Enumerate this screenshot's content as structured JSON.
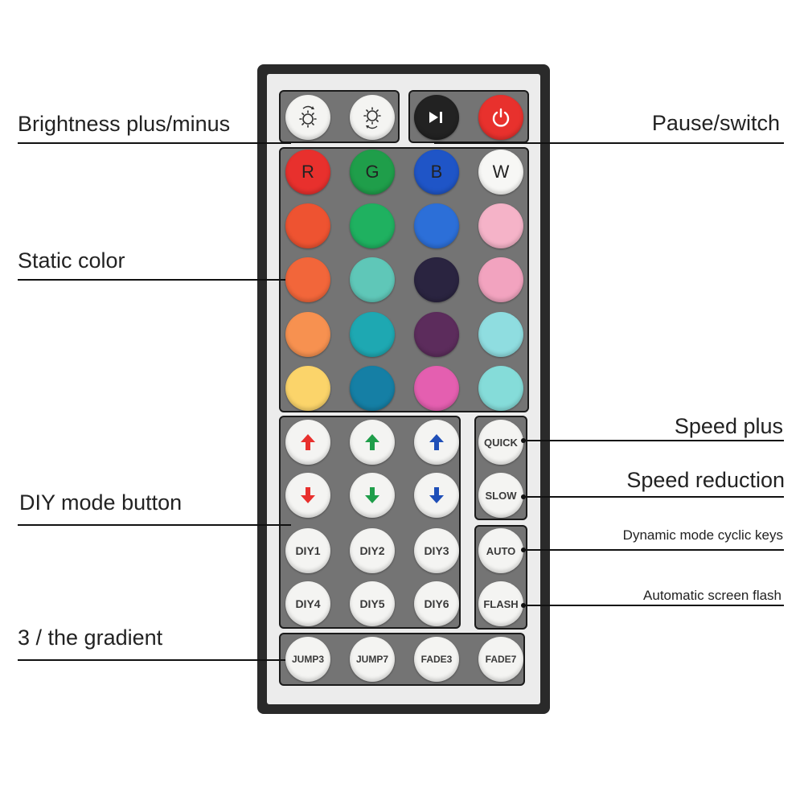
{
  "labels": {
    "brightness": "Brightness plus/minus",
    "pause": "Pause/switch",
    "static_color": "Static color",
    "speed_plus": "Speed plus",
    "speed_reduction": "Speed reduction",
    "diy_mode": "DIY mode button",
    "dynamic_mode": "Dynamic mode cyclic keys",
    "auto_flash": "Automatic screen flash",
    "gradient": "3 / the gradient"
  },
  "top_row": {
    "brightness_up_icon": "sun-up-icon",
    "brightness_down_icon": "sun-down-icon",
    "play_pause_icon": "play-pause-icon",
    "power_icon": "power-icon",
    "power_color": "#e8312d",
    "play_color": "#222222"
  },
  "color_grid": {
    "rows": [
      [
        {
          "label": "R",
          "color": "#e8302d",
          "text": "#222"
        },
        {
          "label": "G",
          "color": "#1f9e4a",
          "text": "#222"
        },
        {
          "label": "B",
          "color": "#1f55c7",
          "text": "#222"
        },
        {
          "label": "W",
          "color": "#f7f7f5",
          "text": "#222"
        }
      ],
      [
        {
          "label": "",
          "color": "#ee5331"
        },
        {
          "label": "",
          "color": "#1fb160"
        },
        {
          "label": "",
          "color": "#2c6fd8"
        },
        {
          "label": "",
          "color": "#f5b3c8"
        }
      ],
      [
        {
          "label": "",
          "color": "#f2663a"
        },
        {
          "label": "",
          "color": "#5fc7b8"
        },
        {
          "label": "",
          "color": "#2a2440"
        },
        {
          "label": "",
          "color": "#f2a3bf"
        }
      ],
      [
        {
          "label": "",
          "color": "#f79150"
        },
        {
          "label": "",
          "color": "#1ea8b2"
        },
        {
          "label": "",
          "color": "#5c2c5c"
        },
        {
          "label": "",
          "color": "#8fdde0"
        }
      ],
      [
        {
          "label": "",
          "color": "#fbd46a"
        },
        {
          "label": "",
          "color": "#157fa5"
        },
        {
          "label": "",
          "color": "#e45fb0"
        },
        {
          "label": "",
          "color": "#85dcd9"
        }
      ]
    ]
  },
  "diy": {
    "arrows": [
      {
        "dir": "up",
        "color": "#e8302d"
      },
      {
        "dir": "up",
        "color": "#1f9e4a"
      },
      {
        "dir": "up",
        "color": "#1f4fb8"
      },
      {
        "dir": "down",
        "color": "#e8302d"
      },
      {
        "dir": "down",
        "color": "#1f9e4a"
      },
      {
        "dir": "down",
        "color": "#1f4fb8"
      }
    ],
    "buttons": [
      "DIY1",
      "DIY2",
      "DIY3",
      "DIY4",
      "DIY5",
      "DIY6"
    ]
  },
  "speed": {
    "quick": "QUICK",
    "slow": "SLOW"
  },
  "mode": {
    "auto": "AUTO",
    "flash": "FLASH"
  },
  "gradient_buttons": [
    "JUMP3",
    "JUMP7",
    "FADE3",
    "FADE7"
  ]
}
